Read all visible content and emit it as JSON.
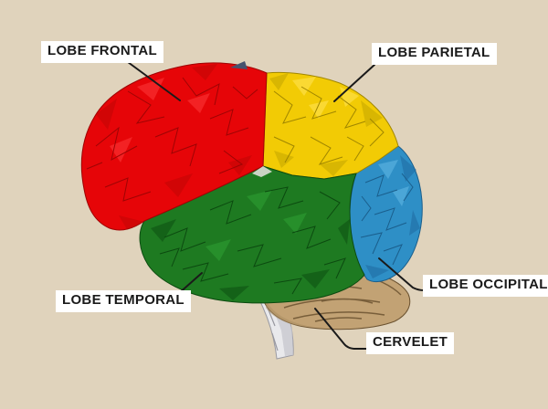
{
  "colors": {
    "background": "#E0D3BC",
    "frontal": "#E60508",
    "parietal": "#F2CB05",
    "temporal": "#1E7A21",
    "occipital": "#2E8FC6",
    "cerebellum": "#C2A274",
    "brainstem": "#E9E9EC",
    "label_bg": "#FFFFFF",
    "label_text": "#1A1A1A",
    "leader_line": "#1A1A1A"
  },
  "diagram": {
    "subject": "brain-lateral-view-lobes",
    "labels": [
      {
        "id": "frontal",
        "text": "LOBE FRONTAL"
      },
      {
        "id": "parietal",
        "text": "LOBE PARIETAL"
      },
      {
        "id": "temporal",
        "text": "LOBE TEMPORAL"
      },
      {
        "id": "occipital",
        "text": "LOBE OCCIPITAL"
      },
      {
        "id": "cervelet",
        "text": "CERVELET"
      }
    ]
  }
}
